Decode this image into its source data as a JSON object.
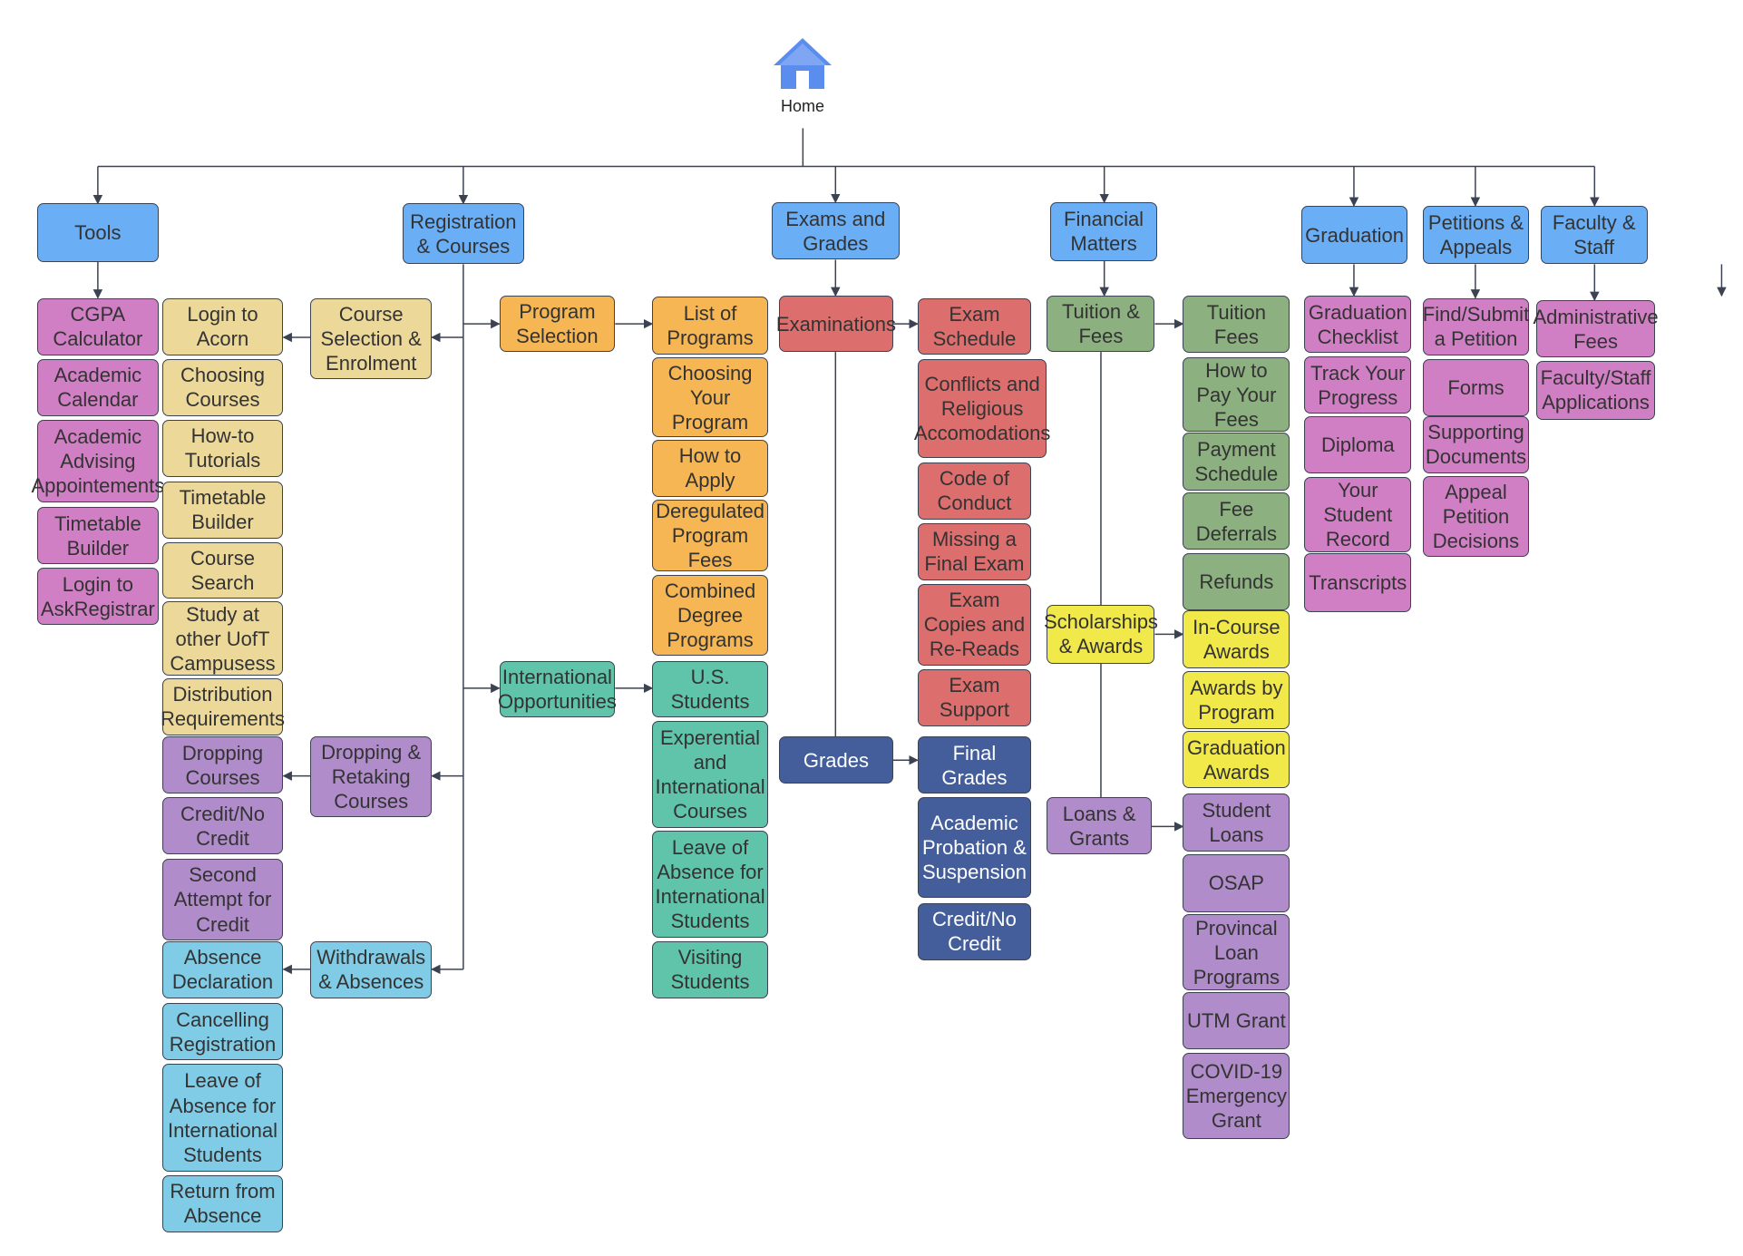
{
  "diagram": {
    "home": {
      "label": "Home",
      "icon": "house-icon"
    },
    "colors": {
      "blue": "#6aaef5",
      "pink": "#d17fc4",
      "tan": "#ecd99a",
      "orange": "#f6b654",
      "teal": "#5fc4aa",
      "red": "#dd6e6e",
      "navy": "#445e9c",
      "green": "#8cb07f",
      "yellow": "#f1e84a",
      "purple": "#b08cca",
      "sky": "#80cbe5",
      "line": "#3b4252"
    },
    "sections": {
      "tools": "Tools",
      "registration": "Registration & Courses",
      "exams": "Exams and Grades",
      "financial": "Financial Matters",
      "graduation": "Graduation",
      "petitions": "Petitions & Appeals",
      "faculty": "Faculty & Staff"
    },
    "tools_items": [
      "CGPA Calculator",
      "Academic Calendar",
      "Academic Advising Appointements",
      "Timetable Builder",
      "Login to AskRegistrar"
    ],
    "registration": {
      "course_selection": "Course Selection & Enrolment",
      "course_selection_items": [
        "Login to Acorn",
        "Choosing Courses",
        "How-to Tutorials",
        "Timetable Builder",
        "Course Search",
        "Study at other UofT Campusess",
        "Distribution Requirements"
      ],
      "dropping": "Dropping & Retaking Courses",
      "dropping_items": [
        "Dropping Courses",
        "Credit/No Credit",
        "Second Attempt for Credit"
      ],
      "withdrawals": "Withdrawals & Absences",
      "withdrawals_items": [
        "Absence Declaration",
        "Cancelling Registration",
        "Leave of Absence for International Students",
        "Return from Absence"
      ],
      "program_selection": "Program Selection",
      "program_items": [
        "List of Programs",
        "Choosing Your Program",
        "How to Apply",
        "Deregulated Program Fees",
        "Combined Degree Programs"
      ],
      "international": "International Opportunities",
      "international_items": [
        "U.S. Students",
        "Experential and International Courses",
        "Leave of Absence for International Students",
        "Visiting Students"
      ]
    },
    "exams": {
      "examinations": "Examinations",
      "examinations_items": [
        "Exam Schedule",
        "Conflicts and Religious Accomodations",
        "Code of Conduct",
        "Missing a Final Exam",
        "Exam Copies and Re-Reads",
        "Exam Support"
      ],
      "grades": "Grades",
      "grades_items": [
        "Final Grades",
        "Academic Probation & Suspension",
        "Credit/No Credit"
      ]
    },
    "financial": {
      "tuition": "Tuition & Fees",
      "tuition_items": [
        "Tuition Fees",
        "How to Pay Your Fees",
        "Payment Schedule",
        "Fee Deferrals",
        "Refunds"
      ],
      "scholarships": "Scholarships & Awards",
      "scholarships_items": [
        "In-Course Awards",
        "Awards by Program",
        "Graduation Awards"
      ],
      "loans": "Loans & Grants",
      "loans_items": [
        "Student Loans",
        "OSAP",
        "Provincal Loan Programs",
        "UTM Grant",
        "COVID-19 Emergency Grant"
      ]
    },
    "graduation_items": [
      "Graduation Checklist",
      "Track Your Progress",
      "Diploma",
      "Your Student Record",
      "Transcripts"
    ],
    "petitions_items": [
      "Find/Submit a Petition",
      "Forms",
      "Supporting Documents",
      "Appeal Petition Decisions"
    ],
    "faculty_items": [
      "Administrative Fees",
      "Faculty/Staff Applications"
    ]
  }
}
